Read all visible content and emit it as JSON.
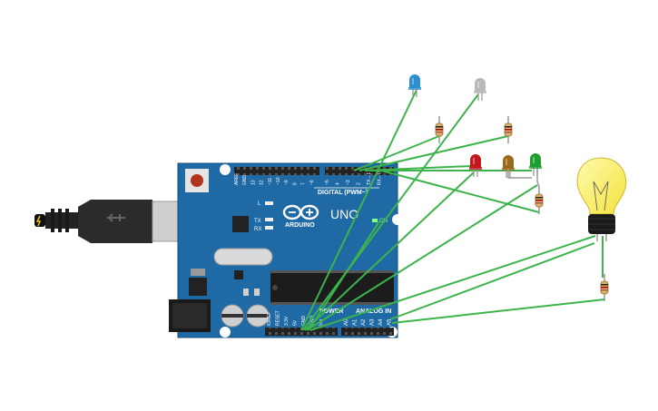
{
  "board": {
    "brand": "ARDUINO",
    "model": "UNO",
    "digital_label": "DIGITAL (PWM~)",
    "power_label": "POWER",
    "analog_label": "ANALOG IN",
    "on_label": "ON",
    "l_label": "L",
    "tx_label": "TX",
    "rx_label": "RX",
    "top_pins": [
      "AREF",
      "GND",
      "13",
      "12",
      "~11",
      "~10",
      "~9",
      "8",
      "7",
      "~6",
      "~5",
      "4",
      "~3",
      "2",
      "TX→1",
      "RX←0"
    ],
    "power_pins": [
      "IOREF",
      "RESET",
      "3.3V",
      "5V",
      "GND",
      "GND",
      "Vin"
    ],
    "analog_pins": [
      "A0",
      "A1",
      "A2",
      "A3",
      "A4",
      "A5"
    ]
  },
  "components": {
    "leds": [
      {
        "name": "blue-led",
        "color": "#2a8fd0"
      },
      {
        "name": "white-led",
        "color": "#b9b9b9"
      },
      {
        "name": "red-led",
        "color": "#c0181c"
      },
      {
        "name": "yellow-led",
        "color": "#9a6a1a"
      },
      {
        "name": "green-led",
        "color": "#1f9e2e"
      }
    ],
    "bulb_color": "#fff45a",
    "wire_color": "#3cb44b",
    "board_color": "#1f6aa5"
  }
}
